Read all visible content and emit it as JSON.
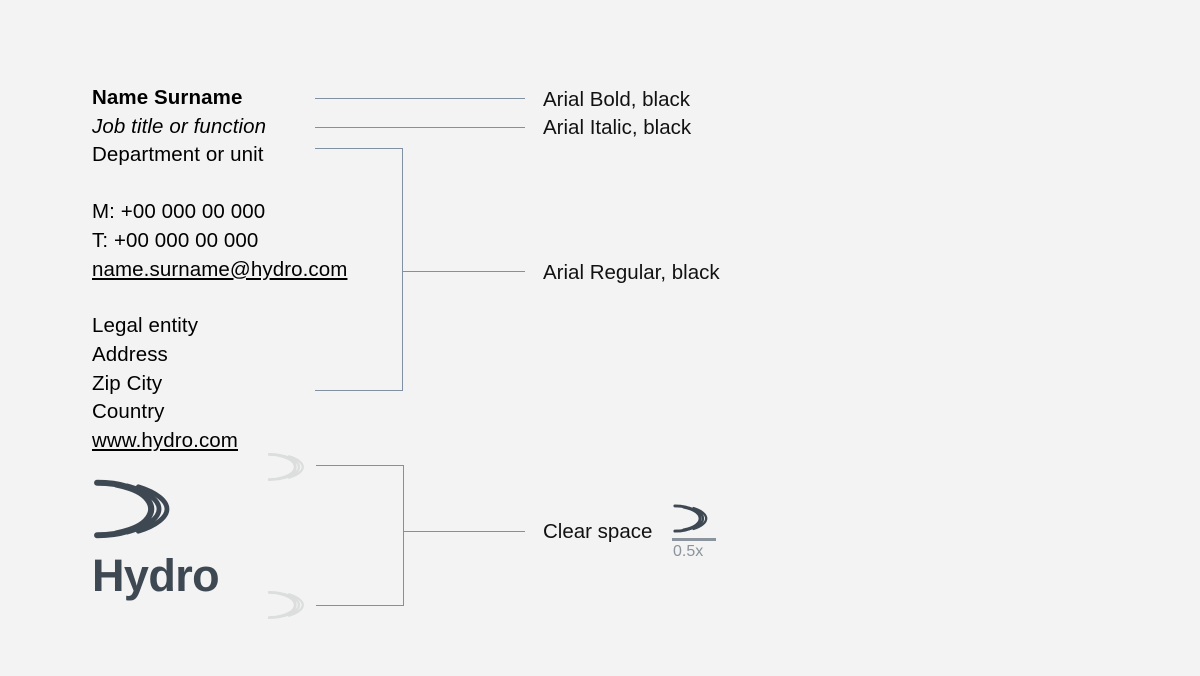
{
  "canvas": {
    "background_color": "#f2f3f2",
    "line_color": "#7f91a3",
    "text_color": "#000000",
    "brand_color": "#3e4852",
    "muted_color": "#8b949c"
  },
  "signature": {
    "lines": [
      {
        "text": "Name Surname",
        "style": "bold"
      },
      {
        "text": "Job title or function",
        "style": "italic"
      },
      {
        "text": "Department or unit",
        "style": "regular"
      },
      {
        "text": "",
        "style": "gap"
      },
      {
        "text": "M: +00 000 00 000",
        "style": "regular"
      },
      {
        "text": "T: +00 000 00 000",
        "style": "regular"
      },
      {
        "text": "name.surname@hydro.com",
        "style": "link"
      },
      {
        "text": "",
        "style": "gap"
      },
      {
        "text": "Legal entity",
        "style": "regular"
      },
      {
        "text": "Address",
        "style": "regular"
      },
      {
        "text": "Zip City",
        "style": "regular"
      },
      {
        "text": "Country",
        "style": "regular"
      },
      {
        "text": "www.hydro.com",
        "style": "link"
      }
    ]
  },
  "annotations": {
    "bold_label": "Arial Bold, black",
    "italic_label": "Arial Italic, black",
    "regular_label": "Arial Regular, black",
    "clear_space_label": "Clear space",
    "clear_space_ratio": "0.5x"
  },
  "logo": {
    "wordmark": "Hydro",
    "mark_name": "hydro-crescent-mark"
  }
}
